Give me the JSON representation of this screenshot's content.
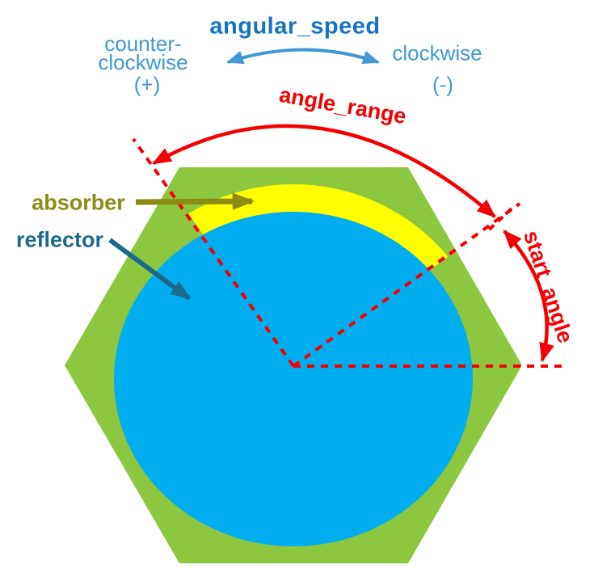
{
  "top_group": {
    "angular_speed": "angular_speed",
    "ccw_line1": "counter-",
    "ccw_line2": "clockwise",
    "ccw_sign": "(+)",
    "cw": "clockwise",
    "cw_sign": "(-)"
  },
  "annotations": {
    "angle_range": "angle_range",
    "start_angle": "start_angle",
    "absorber": "absorber",
    "reflector": "reflector"
  },
  "colors": {
    "hexagon_green": "#8DC63F",
    "reflector_blue": "#00AEEF",
    "absorber_yellow": "#FFFF00",
    "annotation_red": "#F40000",
    "speed_blue_dark": "#1573C2",
    "speed_blue_light": "#3E99D4",
    "absorber_label_olive": "#8B8C14",
    "reflector_label_teal": "#1B6A8E"
  }
}
